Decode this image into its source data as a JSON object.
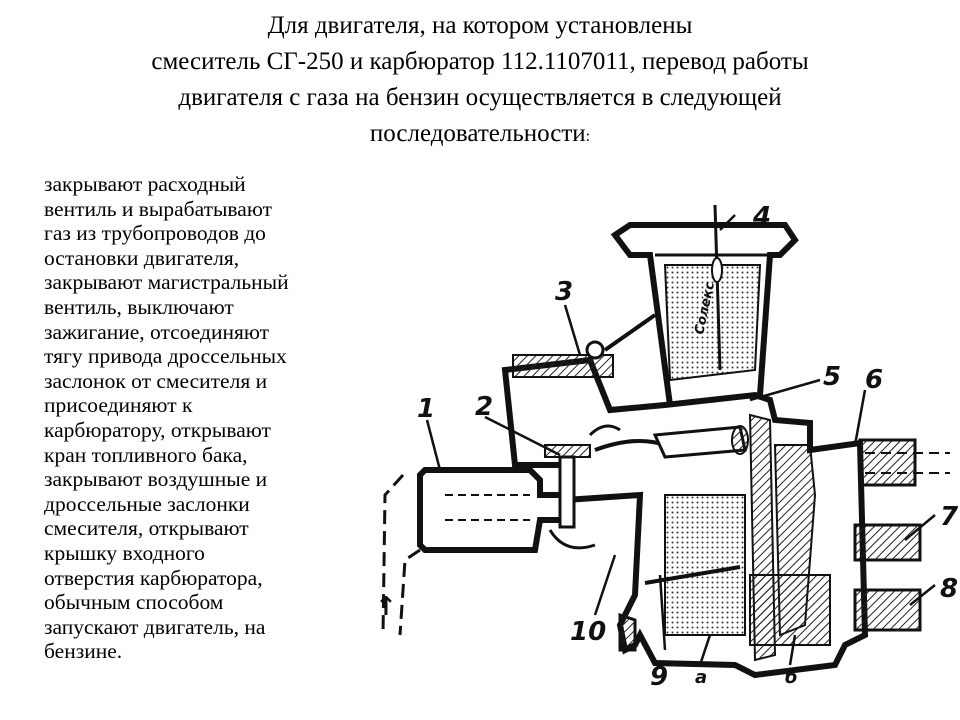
{
  "title": {
    "line1": "Для двигателя, на котором установлены",
    "line2": "смеситель СГ-250 и карбюратор 112.1107011, перевод работы",
    "line3": "двигателя с газа на бензин осуществляется в следующей",
    "line4": "последовательности",
    "colon": ":"
  },
  "body": {
    "text": "закрывают расходный\nвентиль и вырабатывают\nгаз из трубопроводов до\nостановки двигателя,\nзакрывают магистральный\nвентиль, выключают\nзажигание, отсоединяют\nтягу привода дроссельных\nзаслонок от смесителя и\nприсоединяют к\nкарбюратору, открывают\nкран топливного бака,\nзакрывают воздушные и\nдроссельные заслонки\nсмесителя, открывают\nкрышку входного\nотверстия карбюратора,\nобычным способом\nзапускают двигатель, на\nбензине."
  },
  "figure": {
    "labels": {
      "n1": "1",
      "n2": "2",
      "n3": "3",
      "n4": "4",
      "n5": "5",
      "n6": "6",
      "n7": "7",
      "n8": "8",
      "n9": "9",
      "n10": "10",
      "a": "а",
      "b": "б"
    },
    "stamp": "Солекс",
    "arrow_up": "↑"
  }
}
